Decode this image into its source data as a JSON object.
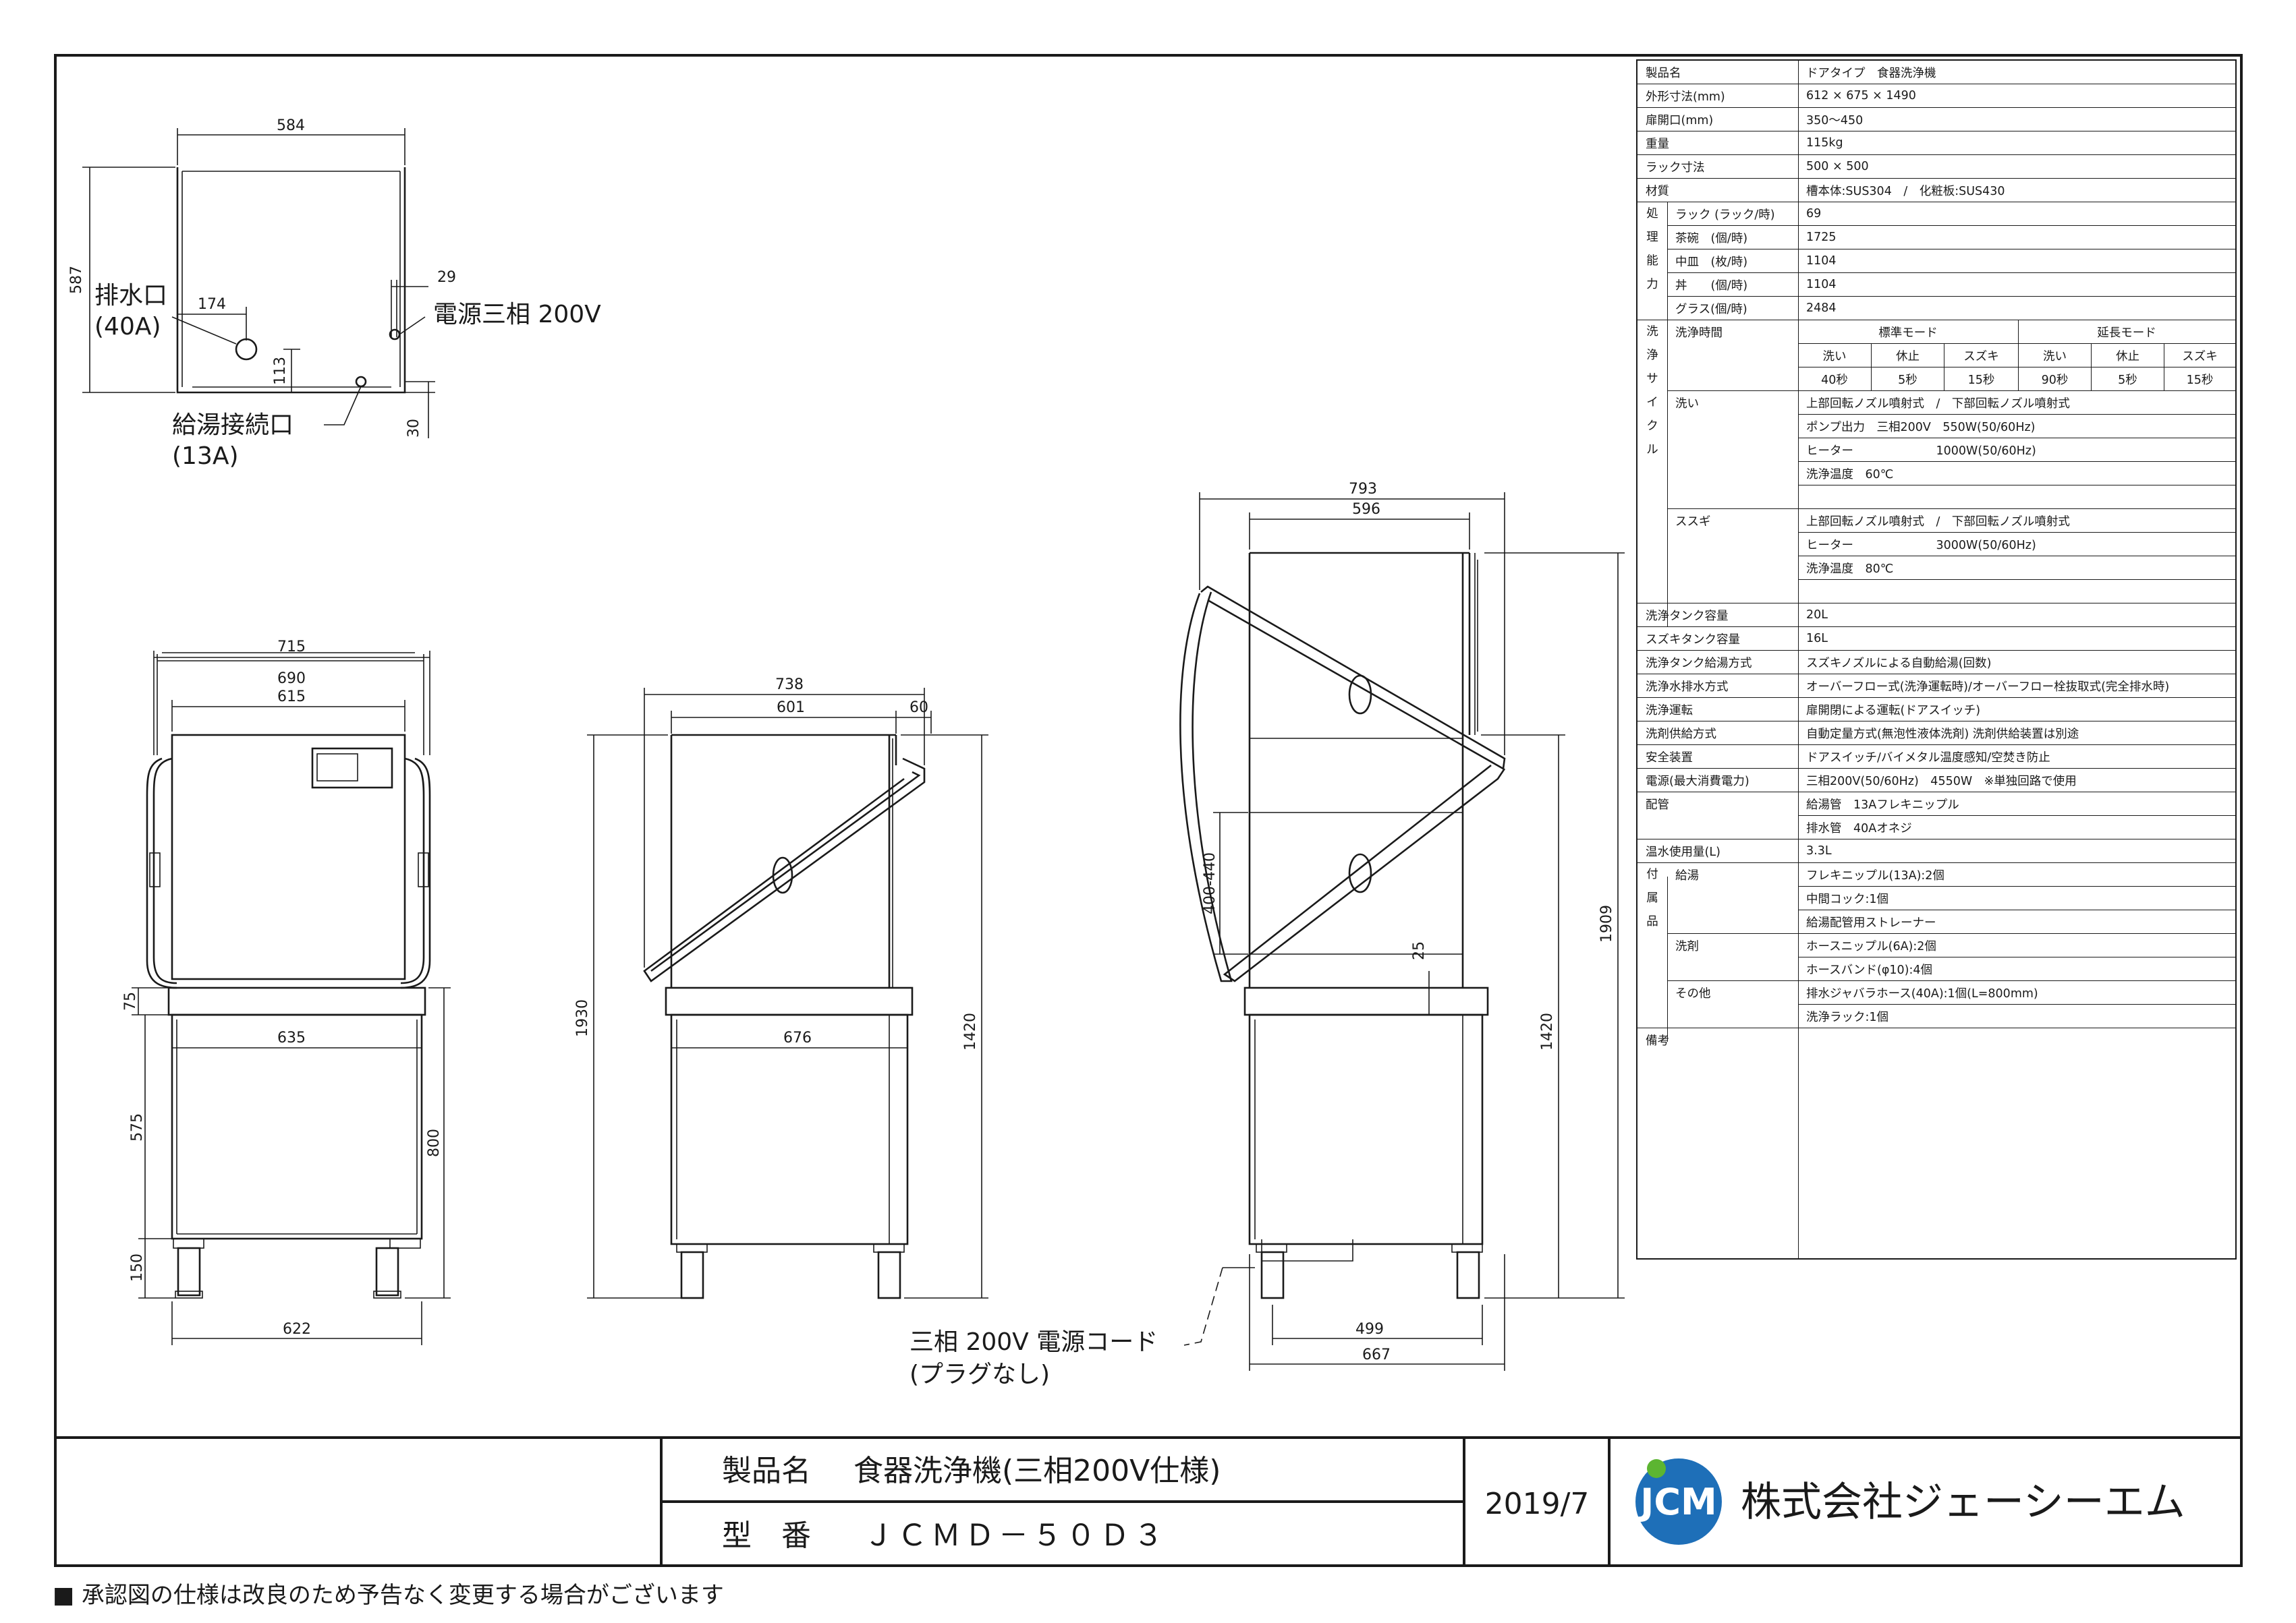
{
  "top_view": {
    "dims": [
      "584",
      "587",
      "174",
      "29",
      "113",
      "30"
    ],
    "drain": "排水口",
    "drain_size": "(40A)",
    "power": "電源三相 200V",
    "hot_water": "給湯接続口",
    "hot_water_size": "(13A)"
  },
  "front_view": {
    "dims": [
      "715",
      "690",
      "615",
      "75",
      "635",
      "575",
      "800",
      "150",
      "622"
    ]
  },
  "side_view": {
    "dims": [
      "738",
      "601",
      "60",
      "1930",
      "676",
      "1420"
    ]
  },
  "open_view": {
    "dims": [
      "793",
      "596",
      "400-440",
      "25",
      "1909",
      "1420",
      "499",
      "667"
    ],
    "cord": "三相 200V 電源コード",
    "cord_sub": "(プラグなし)"
  },
  "spec": {
    "simple": [
      {
        "label": "製品名",
        "value": "ドアタイプ　食器洗浄機"
      },
      {
        "label": "外形寸法(mm)",
        "value": "612 × 675 × 1490"
      },
      {
        "label": "扉開口(mm)",
        "value": "350～450"
      },
      {
        "label": "重量",
        "value": "115kg"
      },
      {
        "label": "ラック寸法",
        "value": "500 × 500"
      },
      {
        "label": "材質",
        "value": "槽本体:SUS304　/　化粧板:SUS430"
      }
    ],
    "capacity_group": "処理能力",
    "capacity": [
      {
        "label": "ラック (ラック/時)",
        "value": "69"
      },
      {
        "label": "茶碗　(個/時)",
        "value": "1725"
      },
      {
        "label": "中皿　(枚/時)",
        "value": "1104"
      },
      {
        "label": "丼　　(個/時)",
        "value": "1104"
      },
      {
        "label": "グラス(個/時)",
        "value": "2484"
      }
    ],
    "cycle_group": "洗浄サイクル",
    "cycle_time_label": "洗浄時間",
    "standard_mode": "標準モード",
    "extended_mode": "延長モード",
    "mode_heads": [
      "洗い",
      "休止",
      "スズキ",
      "洗い",
      "休止",
      "スズキ"
    ],
    "mode_values": [
      "40秒",
      "5秒",
      "15秒",
      "90秒",
      "5秒",
      "15秒"
    ],
    "wash_label": "洗い",
    "wash": [
      "上部回転ノズル噴射式　/　下部回転ノズル噴射式",
      "ポンプ出力　三相200V　550W(50/60Hz)",
      "ヒーター　　　　　　　1000W(50/60Hz)",
      "洗浄温度　60℃",
      ""
    ],
    "rinse_label": "ススギ",
    "rinse": [
      "上部回転ノズル噴射式　/　下部回転ノズル噴射式",
      "ヒーター　　　　　　　3000W(50/60Hz)",
      "洗浄温度　80℃",
      ""
    ],
    "simple2": [
      {
        "label": "洗浄タンク容量",
        "value": "20L"
      },
      {
        "label": "スズキタンク容量",
        "value": "16L"
      },
      {
        "label": "洗浄タンク給湯方式",
        "value": "スズキノズルによる自動給湯(回数)"
      },
      {
        "label": "洗浄水排水方式",
        "value": "オーバーフロー式(洗浄運転時)/オーバーフロー栓抜取式(完全排水時)"
      },
      {
        "label": "洗浄運転",
        "value": "扉開閉による運転(ドアスイッチ)"
      },
      {
        "label": "洗剤供給方式",
        "value": "自動定量方式(無泡性液体洗剤) 洗剤供給装置は別途"
      },
      {
        "label": "安全装置",
        "value": "ドアスイッチ/バイメタル温度感知/空焚き防止"
      },
      {
        "label": "電源(最大消費電力)",
        "value": "三相200V(50/60Hz)　4550W　※単独回路で使用"
      }
    ],
    "piping_label": "配管",
    "piping": [
      "給湯管　13Aフレキニップル",
      "排水管　40Aオネジ"
    ],
    "hot_usage_label": "温水使用量(L)",
    "hot_usage": "3.3L",
    "acc_group": "付属品",
    "acc_hot_label": "給湯",
    "acc_hot": [
      "フレキニップル(13A):2個",
      "中間コック:1個",
      "給湯配管用ストレーナー"
    ],
    "acc_det_label": "洗剤",
    "acc_det": [
      "ホースニップル(6A):2個",
      "ホースバンド(φ10):4個"
    ],
    "acc_other_label": "その他",
    "acc_other": [
      "排水ジャバラホース(40A):1個(L=800mm)",
      "洗浄ラック:1個"
    ],
    "remarks_label": "備考"
  },
  "title_block": {
    "name_label": "製品名",
    "name": "食器洗浄機(三相200V仕様)",
    "model_label": "型　番",
    "model": "ＪＣＭＤ－５０Ｄ３",
    "date": "2019/7",
    "logo": "JCM",
    "company": "株式会社ジェーシーエム"
  },
  "footnote": "■ 承認図の仕様は改良のため予告なく変更する場合がございます",
  "colors": {
    "line": "#1a1a1a",
    "logo_blue": "#1e6fb8",
    "logo_green": "#5cb531"
  }
}
